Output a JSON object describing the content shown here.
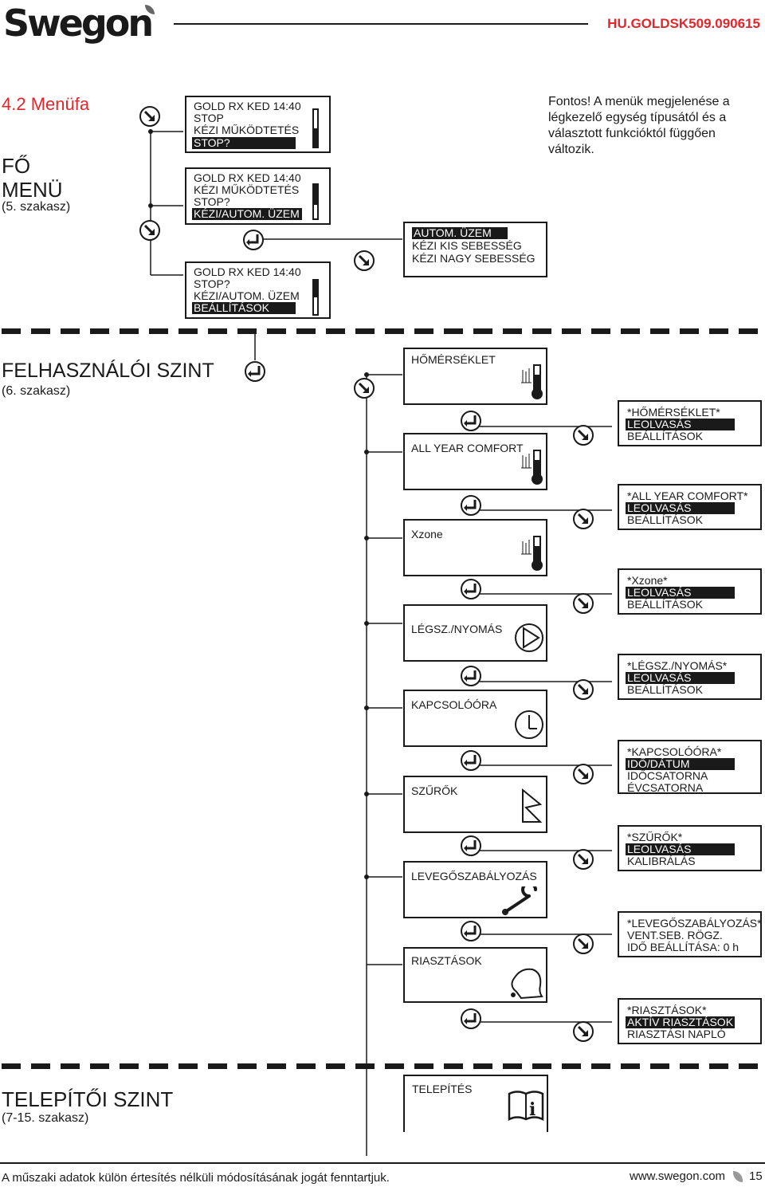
{
  "header": {
    "logo": "Swegon",
    "doc_code": "HU.GOLDSK509.090615"
  },
  "section_42": {
    "title": "4.2 Menüfa"
  },
  "main_menu": {
    "title_line1": "FŐ",
    "title_line2": "MENÜ",
    "subtitle": "(5. szakasz)"
  },
  "note": "Fontos! A menük megjelenése a légkezelő egység típusától és a választott funkcióktól függően változik.",
  "main_screens": [
    {
      "lines": [
        "GOLD RX KED   14:40",
        "STOP",
        "KÉZI MŰKÖDTETÉS",
        "STOP?"
      ],
      "highlight": 3
    },
    {
      "lines": [
        "GOLD RX  KED   14:40",
        "KÉZI MŰKÖDTETÉS",
        "STOP?",
        "KÉZI/AUTOM. ÜZEM"
      ],
      "highlight": 3
    },
    {
      "lines": [
        "GOLD RX  KED   14:40",
        "STOP?",
        "KÉZI/AUTOM. ÜZEM",
        "BEÁLLÍTÁSOK"
      ],
      "highlight": 3
    },
    {
      "lines": [
        "AUTOM. ÜZEM",
        "KÉZI KIS SEBESSÉG",
        "KÉZI NAGY SEBESSÉG"
      ],
      "highlight": 0
    }
  ],
  "user_level": {
    "title": "FELHASZNÁLÓI SZINT",
    "subtitle": "(6. szakasz)",
    "menus": [
      {
        "label": "HŐMÉRSÉKLET",
        "icon": "thermometer-icon"
      },
      {
        "label": "ALL YEAR COMFORT",
        "icon": "thermometer-icon"
      },
      {
        "label": "Xzone",
        "icon": "thermometer-icon"
      },
      {
        "label": "LÉGSZ./NYOMÁS",
        "icon": "fan-icon"
      },
      {
        "label": "KAPCSOLÓÓRA",
        "icon": "clock-icon"
      },
      {
        "label": "SZŰRŐK",
        "icon": "filter-icon"
      },
      {
        "label": "LEVEGŐSZABÁLYOZÁS",
        "icon": "wrench-icon"
      },
      {
        "label": "RIASZTÁSOK",
        "icon": "bell-icon"
      }
    ],
    "submenus": [
      {
        "lines": [
          "*HŐMÉRSÉKLET*",
          "LEOLVASÁS",
          "BEÁLLÍTÁSOK"
        ],
        "highlight": 1
      },
      {
        "lines": [
          "*ALL YEAR COMFORT*",
          "LEOLVASÁS",
          "BEÁLLÍTÁSOK"
        ],
        "highlight": 1
      },
      {
        "lines": [
          "*Xzone*",
          "LEOLVASÁS",
          "BEÁLLÍTÁSOK"
        ],
        "highlight": 1
      },
      {
        "lines": [
          "*LÉGSZ./NYOMÁS*",
          "LEOLVASÁS",
          "BEÁLLÍTÁSOK"
        ],
        "highlight": 1
      },
      {
        "lines": [
          "*KAPCSOLÓÓRA*",
          "IDŐ/DÁTUM",
          "IDŐCSATORNA",
          "ÉVCSATORNA"
        ],
        "highlight": 1
      },
      {
        "lines": [
          "*SZŰRŐK*",
          "LEOLVASÁS",
          "KALIBRÁLÁS"
        ],
        "highlight": 1
      },
      {
        "lines": [
          "*LEVEGŐSZABÁLYOZÁS*",
          "VENT.SEB. RÖGZ.",
          "IDŐ BEÁLLÍTÁSA:  0 h"
        ],
        "highlight": -1
      },
      {
        "lines": [
          "*RIASZTÁSOK*",
          "AKTÍV RIASZTÁSOK",
          "RIASZTÁSI NAPLÓ"
        ],
        "highlight": 1
      }
    ]
  },
  "installer_level": {
    "title": "TELEPÍTŐI SZINT",
    "subtitle": "(7-15. szakasz)",
    "menu": {
      "label": "TELEPÍTÉS",
      "icon": "info-book-icon"
    }
  },
  "footer": {
    "disclaimer": "A műszaki adatok külön értesítés nélküli módosításának jogát fenntartjuk.",
    "website": "www.swegon.com",
    "page": "15"
  }
}
